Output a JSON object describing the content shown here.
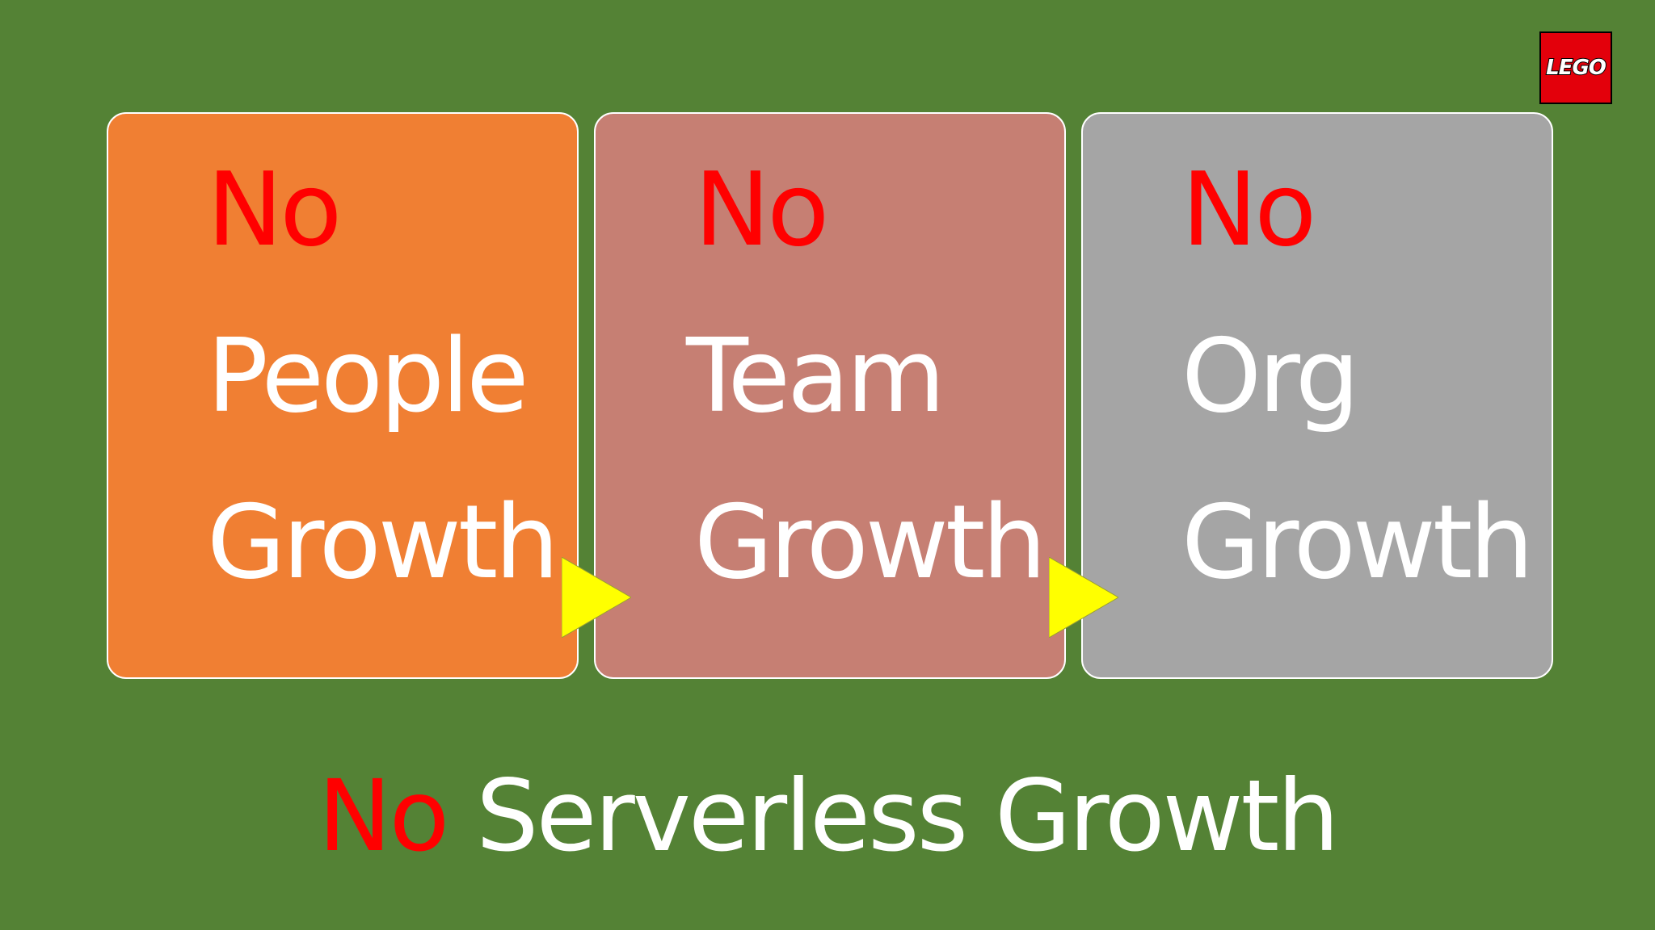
{
  "slide": {
    "background": "#548235",
    "logo_text": "LEGO",
    "cards": [
      {
        "no": "No",
        "word": "People",
        "growth": "Growth",
        "color": "#f07f33"
      },
      {
        "no": "No",
        "word": "Team",
        "growth": "Growth",
        "color": "#c67f73"
      },
      {
        "no": "No",
        "word": "Org",
        "growth": "Growth",
        "color": "#a5a5a5"
      }
    ],
    "arrow_color": "#ffff00",
    "footer": {
      "no": "No",
      "rest": "Serverless Growth"
    }
  }
}
